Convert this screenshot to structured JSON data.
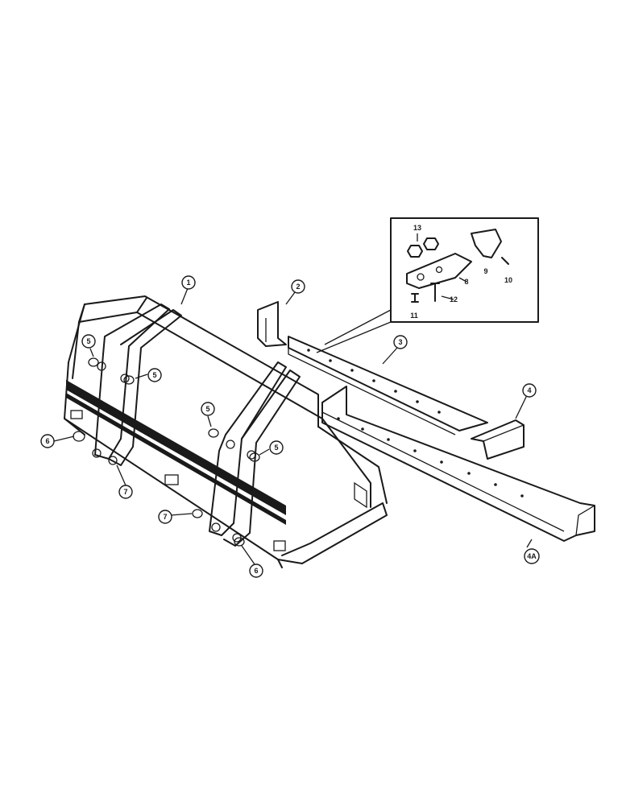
{
  "callouts": {
    "c1": "1",
    "c2": "2",
    "c3": "3",
    "c4": "4",
    "c4a": "4A",
    "c5a": "5",
    "c5b": "5",
    "c5c": "5",
    "c5d": "5",
    "c6a": "6",
    "c6b": "6",
    "c7a": "7",
    "c7b": "7"
  },
  "inset": {
    "l8": "8",
    "l9": "9",
    "l10": "10",
    "l11": "11",
    "l12": "12",
    "l13": "13"
  }
}
